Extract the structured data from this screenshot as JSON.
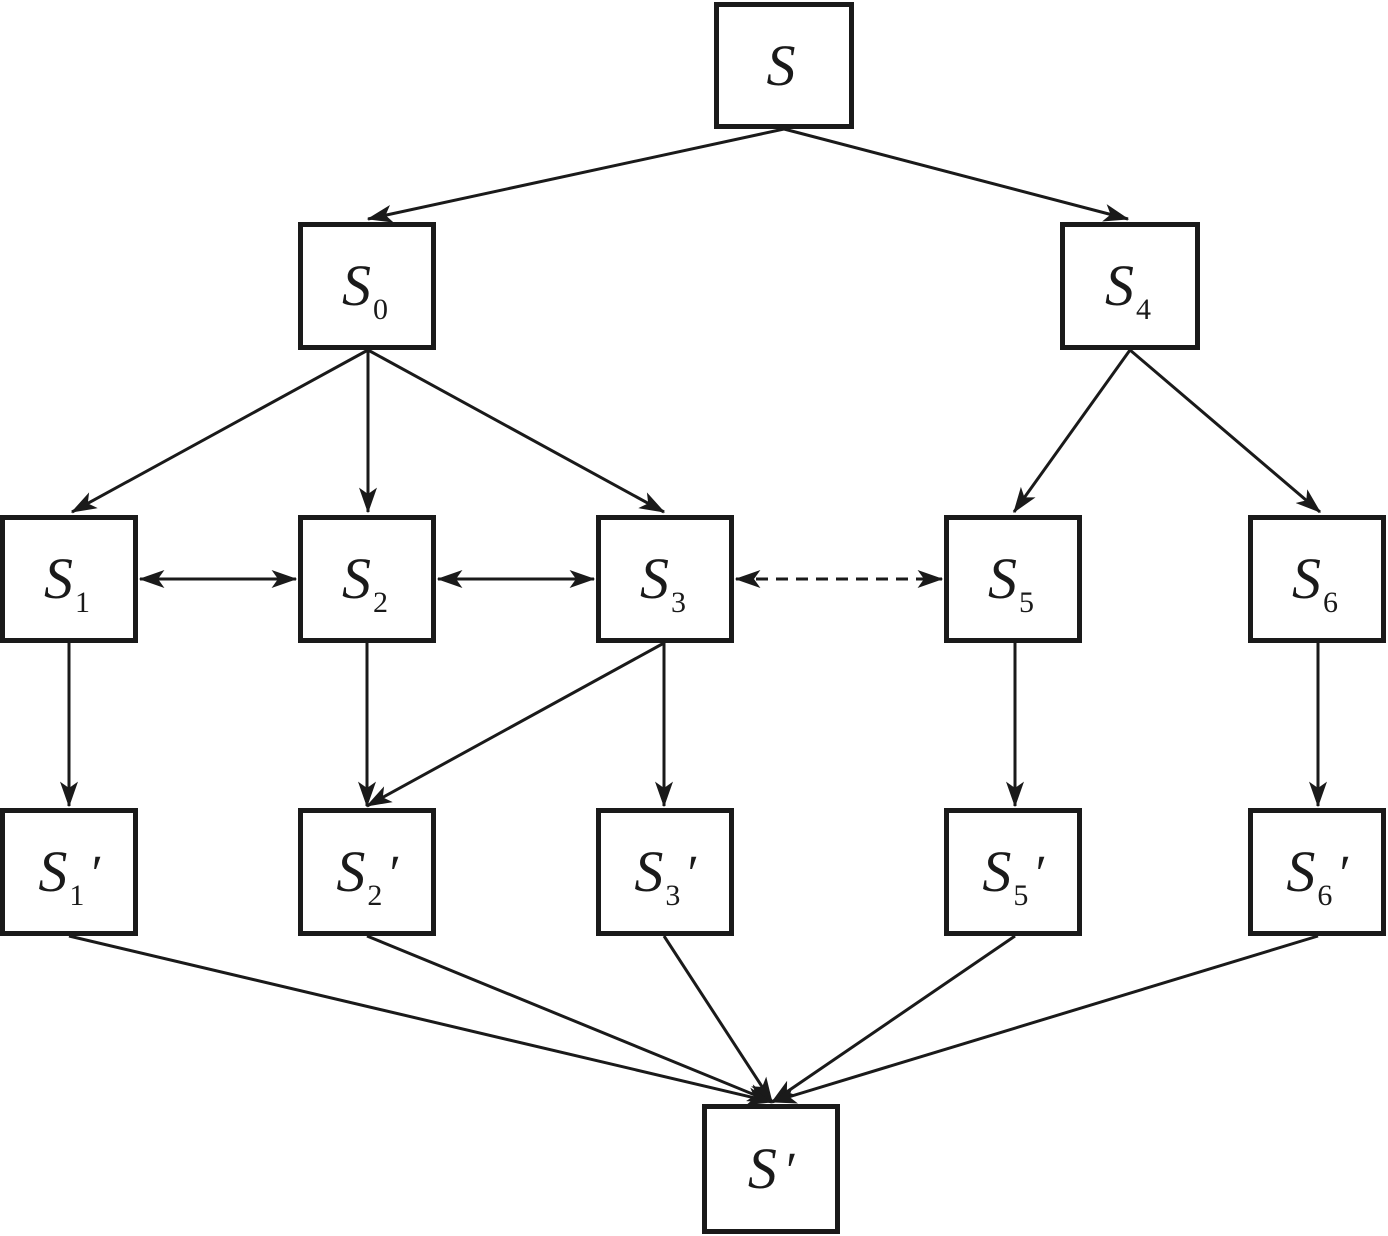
{
  "nodes": {
    "S": {
      "letter": "S",
      "sub": "",
      "prime": ""
    },
    "S0": {
      "letter": "S",
      "sub": "0",
      "prime": ""
    },
    "S4": {
      "letter": "S",
      "sub": "4",
      "prime": ""
    },
    "S1": {
      "letter": "S",
      "sub": "1",
      "prime": ""
    },
    "S2": {
      "letter": "S",
      "sub": "2",
      "prime": ""
    },
    "S3": {
      "letter": "S",
      "sub": "3",
      "prime": ""
    },
    "S5": {
      "letter": "S",
      "sub": "5",
      "prime": ""
    },
    "S6": {
      "letter": "S",
      "sub": "6",
      "prime": ""
    },
    "S1p": {
      "letter": "S",
      "sub": "1",
      "prime": "′"
    },
    "S2p": {
      "letter": "S",
      "sub": "2",
      "prime": "′"
    },
    "S3p": {
      "letter": "S",
      "sub": "3",
      "prime": "′"
    },
    "S5p": {
      "letter": "S",
      "sub": "5",
      "prime": "′"
    },
    "S6p": {
      "letter": "S",
      "sub": "6",
      "prime": "′"
    },
    "Sp": {
      "letter": "S",
      "sub": "",
      "prime": "′"
    }
  },
  "edges": [
    {
      "from": "S",
      "to": "S0",
      "style": "solid",
      "direction": "forward"
    },
    {
      "from": "S",
      "to": "S4",
      "style": "solid",
      "direction": "forward"
    },
    {
      "from": "S0",
      "to": "S1",
      "style": "solid",
      "direction": "forward"
    },
    {
      "from": "S0",
      "to": "S2",
      "style": "solid",
      "direction": "forward"
    },
    {
      "from": "S0",
      "to": "S3",
      "style": "solid",
      "direction": "forward"
    },
    {
      "from": "S4",
      "to": "S5",
      "style": "solid",
      "direction": "forward"
    },
    {
      "from": "S4",
      "to": "S6",
      "style": "solid",
      "direction": "forward"
    },
    {
      "from": "S1",
      "to": "S2",
      "style": "solid",
      "direction": "both"
    },
    {
      "from": "S2",
      "to": "S3",
      "style": "solid",
      "direction": "both"
    },
    {
      "from": "S3",
      "to": "S5",
      "style": "dashed",
      "direction": "both"
    },
    {
      "from": "S1",
      "to": "S1p",
      "style": "solid",
      "direction": "forward"
    },
    {
      "from": "S2",
      "to": "S2p",
      "style": "solid",
      "direction": "forward"
    },
    {
      "from": "S3",
      "to": "S2p",
      "style": "solid",
      "direction": "forward"
    },
    {
      "from": "S3",
      "to": "S3p",
      "style": "solid",
      "direction": "forward"
    },
    {
      "from": "S5",
      "to": "S5p",
      "style": "solid",
      "direction": "forward"
    },
    {
      "from": "S6",
      "to": "S6p",
      "style": "solid",
      "direction": "forward"
    },
    {
      "from": "S1p",
      "to": "Sp",
      "style": "solid",
      "direction": "forward"
    },
    {
      "from": "S2p",
      "to": "Sp",
      "style": "solid",
      "direction": "forward"
    },
    {
      "from": "S3p",
      "to": "Sp",
      "style": "solid",
      "direction": "forward"
    },
    {
      "from": "S5p",
      "to": "Sp",
      "style": "solid",
      "direction": "forward"
    },
    {
      "from": "S6p",
      "to": "Sp",
      "style": "solid",
      "direction": "forward"
    }
  ],
  "colors": {
    "stroke": "#1a1a1a",
    "background": "#ffffff"
  }
}
